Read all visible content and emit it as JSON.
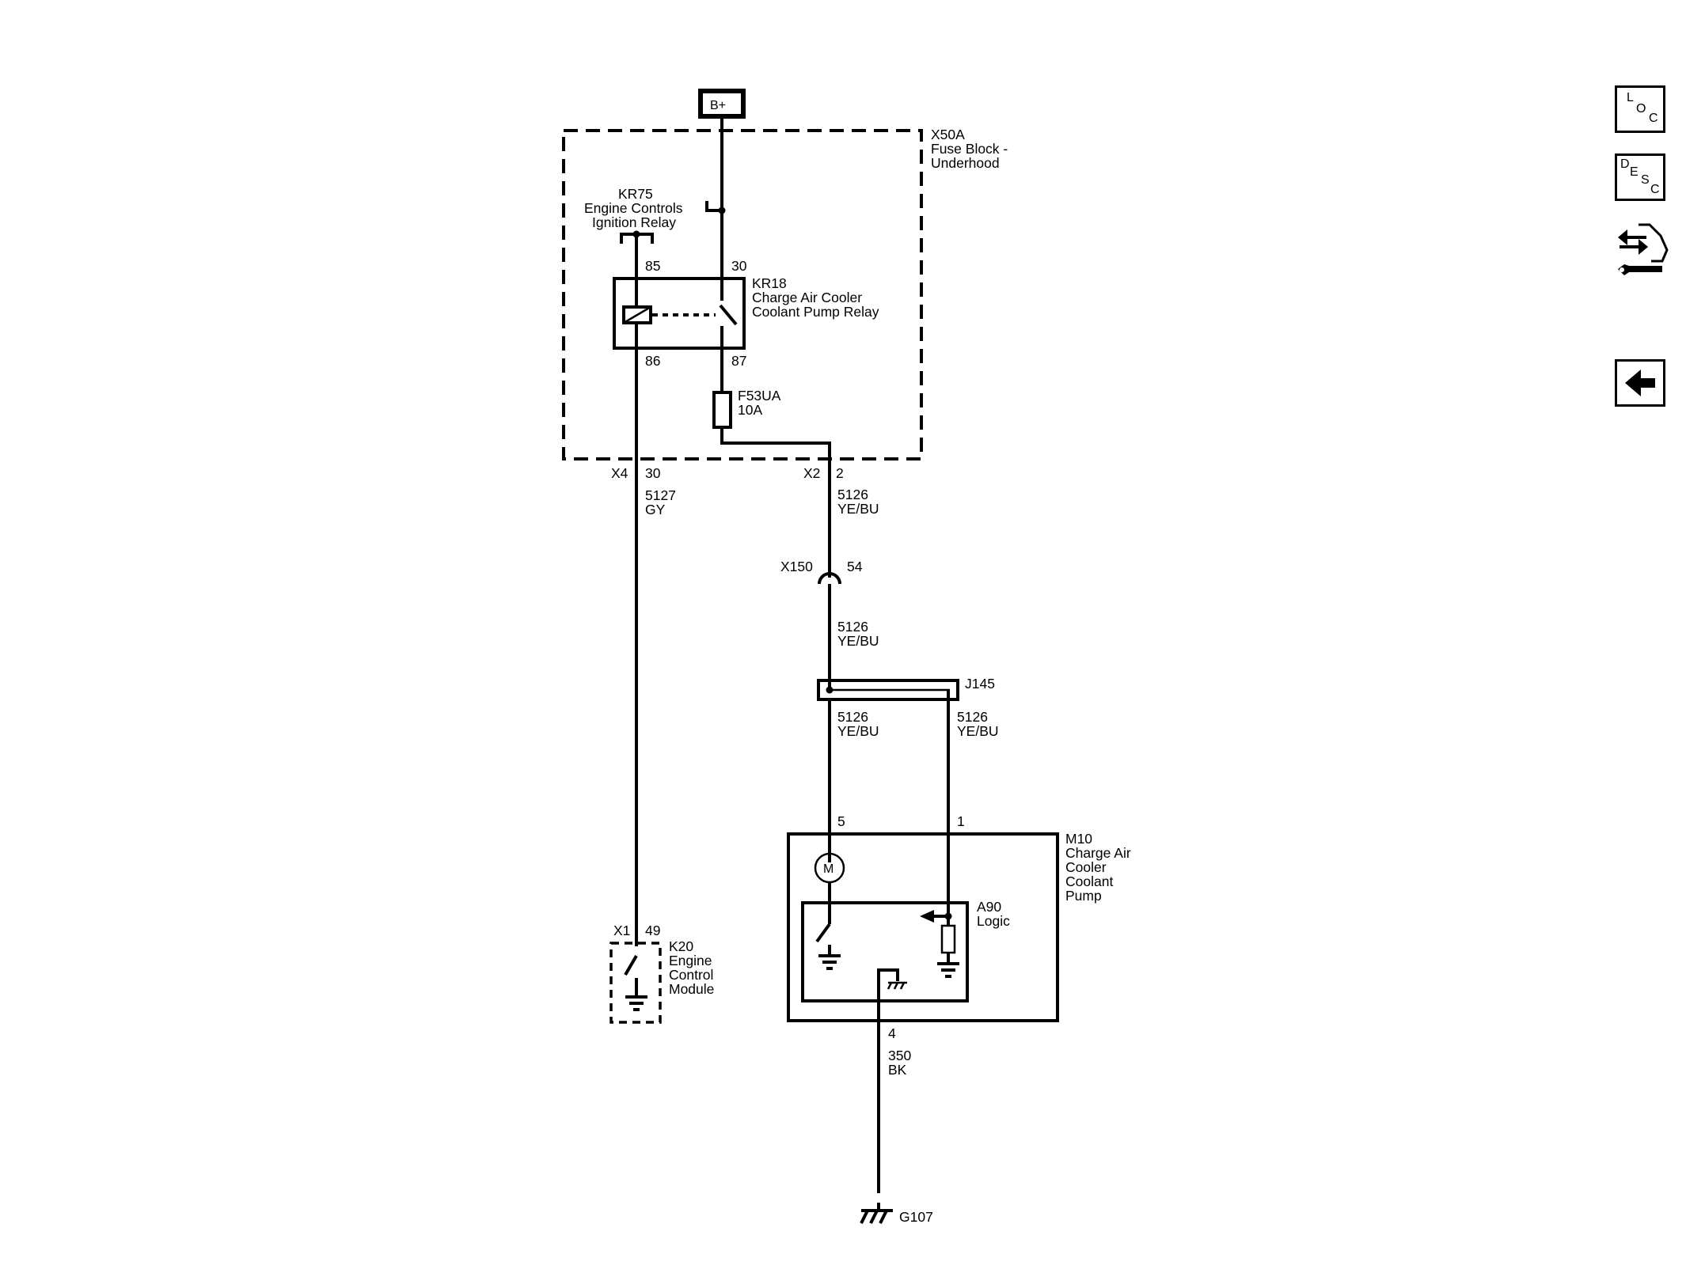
{
  "power": {
    "label": "B+"
  },
  "fuse_block": {
    "id": "X50A",
    "name_line1": "Fuse Block -",
    "name_line2": "Underhood"
  },
  "kr75": {
    "id": "KR75",
    "name_line1": "Engine Controls",
    "name_line2": "Ignition Relay"
  },
  "kr18": {
    "id": "KR18",
    "name_line1": "Charge Air Cooler",
    "name_line2": "Coolant Pump Relay",
    "pin_85": "85",
    "pin_30": "30",
    "pin_86": "86",
    "pin_87": "87"
  },
  "fuse": {
    "id": "F53UA",
    "rating": "10A"
  },
  "conn_x4": {
    "id": "X4",
    "pin": "30"
  },
  "conn_x2": {
    "id": "X2",
    "pin": "2"
  },
  "wire_5127": {
    "circuit": "5127",
    "color": "GY"
  },
  "wire_5126_a": {
    "circuit": "5126",
    "color": "YE/BU"
  },
  "conn_x150": {
    "id": "X150",
    "pin": "54"
  },
  "wire_5126_b": {
    "circuit": "5126",
    "color": "YE/BU"
  },
  "splice": {
    "id": "J145"
  },
  "wire_5126_c": {
    "circuit": "5126",
    "color": "YE/BU"
  },
  "wire_5126_d": {
    "circuit": "5126",
    "color": "YE/BU"
  },
  "m10": {
    "id": "M10",
    "name_line1": "Charge Air",
    "name_line2": "Cooler",
    "name_line3": "Coolant",
    "name_line4": "Pump",
    "pin_5": "5",
    "pin_1": "1",
    "pin_4": "4",
    "motor": "M"
  },
  "a90": {
    "id": "A90",
    "name": "Logic"
  },
  "wire_350": {
    "circuit": "350",
    "color": "BK"
  },
  "ground": {
    "id": "G107"
  },
  "conn_x1": {
    "id": "X1",
    "pin": "49"
  },
  "k20": {
    "id": "K20",
    "name_line1": "Engine",
    "name_line2": "Control",
    "name_line3": "Module"
  },
  "toolbar": {
    "loc_letters": [
      "L",
      "O",
      "C"
    ],
    "desc_letters": [
      "D",
      "E",
      "S",
      "C"
    ],
    "tools_icon": "tools-arrows-icon",
    "back_icon": "arrow-left-icon"
  }
}
